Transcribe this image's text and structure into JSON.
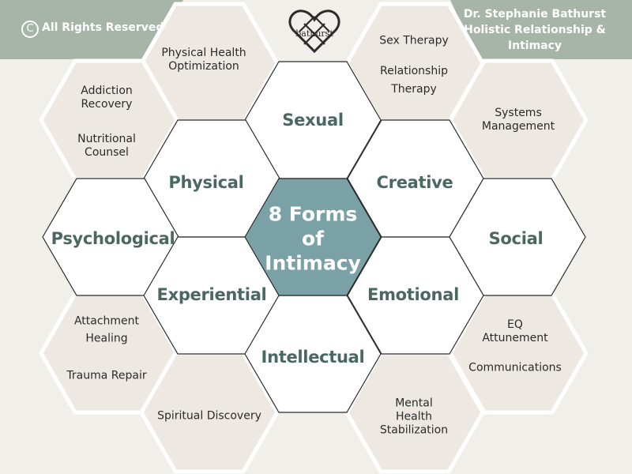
{
  "header": {
    "rights": "All Rights Reserved",
    "copyright_symbol": "C",
    "author": "Dr. Stephanie Bathurst Holistic Relationship & Intimacy",
    "logo": "bathurst"
  },
  "center": {
    "title_line1": "8 Forms",
    "title_line2": "of",
    "title_line3": "Intimacy"
  },
  "forms": {
    "sexual": "Sexual",
    "physical": "Physical",
    "creative": "Creative",
    "psychological": "Psychological",
    "social": "Social",
    "experiential": "Experiential",
    "emotional": "Emotional",
    "intellectual": "Intellectual"
  },
  "practices": {
    "physical_health": [
      "Physical Health",
      "Optimization"
    ],
    "sex_therapy": "Sex Therapy",
    "relationship_therapy": [
      "Relationship",
      "Therapy"
    ],
    "addiction_recovery": [
      "Addiction",
      "Recovery"
    ],
    "nutritional_counsel": [
      "Nutritional",
      "Counsel"
    ],
    "systems_management": [
      "Systems",
      "Management"
    ],
    "attachment_healing": [
      "Attachment",
      "Healing"
    ],
    "trauma_repair": "Trauma Repair",
    "eq_attunement": [
      "EQ",
      "Attunement"
    ],
    "communications": "Communications",
    "spiritual_discovery": "Spiritual Discovery",
    "mental_health": [
      "Mental",
      "Health",
      "Stabilization"
    ]
  },
  "colors": {
    "background": "#f1efea",
    "banner": "#a7b5a9",
    "center_hex": "#7aa1a6",
    "label_green": "#4a6760",
    "outer_hex": "#ede9e2"
  }
}
